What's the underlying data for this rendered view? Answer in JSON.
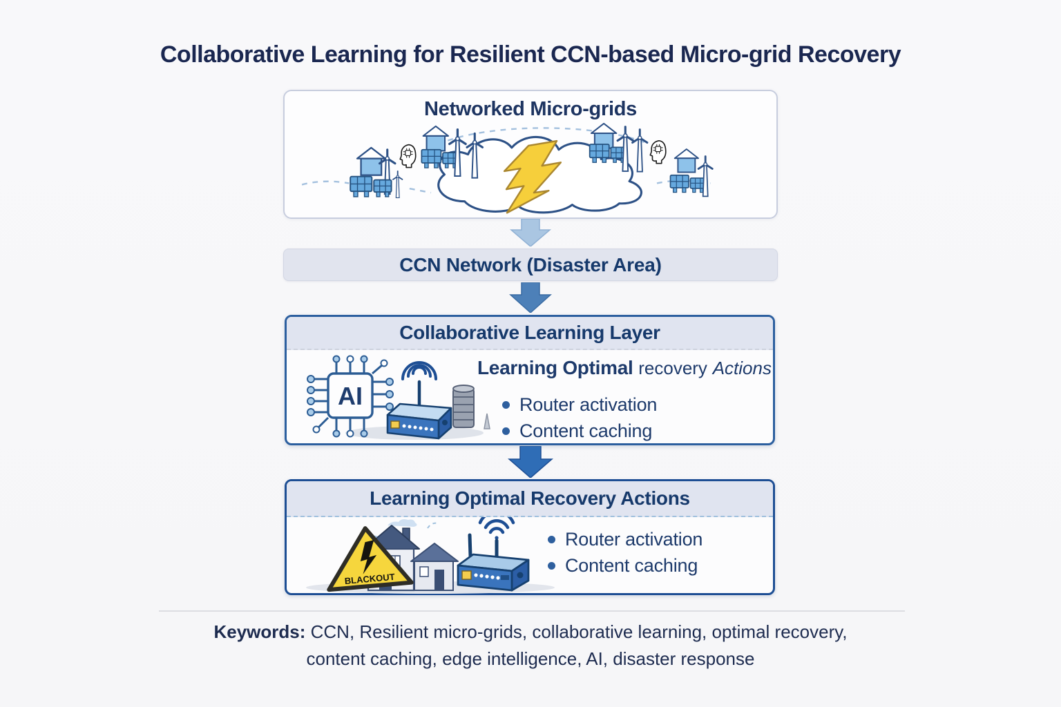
{
  "title": "Collaborative Learning for Resilient CCN-based Micro-grid Recovery",
  "top_box": {
    "title": "Networked Micro-grids"
  },
  "ccn_bar": {
    "label": "CCN Network (Disaster Area)"
  },
  "collab_box": {
    "title": "Collaborative Learning Layer",
    "ai_chip_label": "AI",
    "heading_main": "Learning Optimal",
    "heading_regular": "recovery",
    "heading_italic": "Actions",
    "bullets": [
      "Router activation",
      "Content caching"
    ]
  },
  "recovery_box": {
    "title": "Learning Optimal Recovery Actions",
    "warning_label": "BLACKOUT",
    "bullets": [
      "Router activation",
      "Content caching"
    ]
  },
  "keywords": {
    "label": "Keywords:",
    "line1": "CCN, Resilient micro-grids, collaborative learning, optimal recovery,",
    "line2": "content caching, edge intelligence, AI, disaster response"
  },
  "icons": {
    "cloud-lightning-icon": "storm cloud with lightning bolt",
    "house-icon": "house",
    "wind-turbine-icon": "wind turbine",
    "solar-panel-icon": "solar panels",
    "head-chip-icon": "human head with circuit chip",
    "ai-chip-icon": "AI processor chip",
    "router-icon": "network router with wifi",
    "cache-stack-icon": "content cache disk stack",
    "blackout-warning-icon": "blackout warning triangle",
    "down-arrow-icon": "flow arrow"
  },
  "colors": {
    "title_text": "#1a2750",
    "box_text": "#1d3a6b",
    "frame_border": "#2c5f9f",
    "header_bg": "#e0e4f0",
    "arrow_light": "#aac6e2",
    "arrow_mid": "#4d80b8",
    "arrow_dark": "#2f6db6",
    "lightning_yellow": "#f6cf3b",
    "warning_yellow": "#f6d63d"
  }
}
